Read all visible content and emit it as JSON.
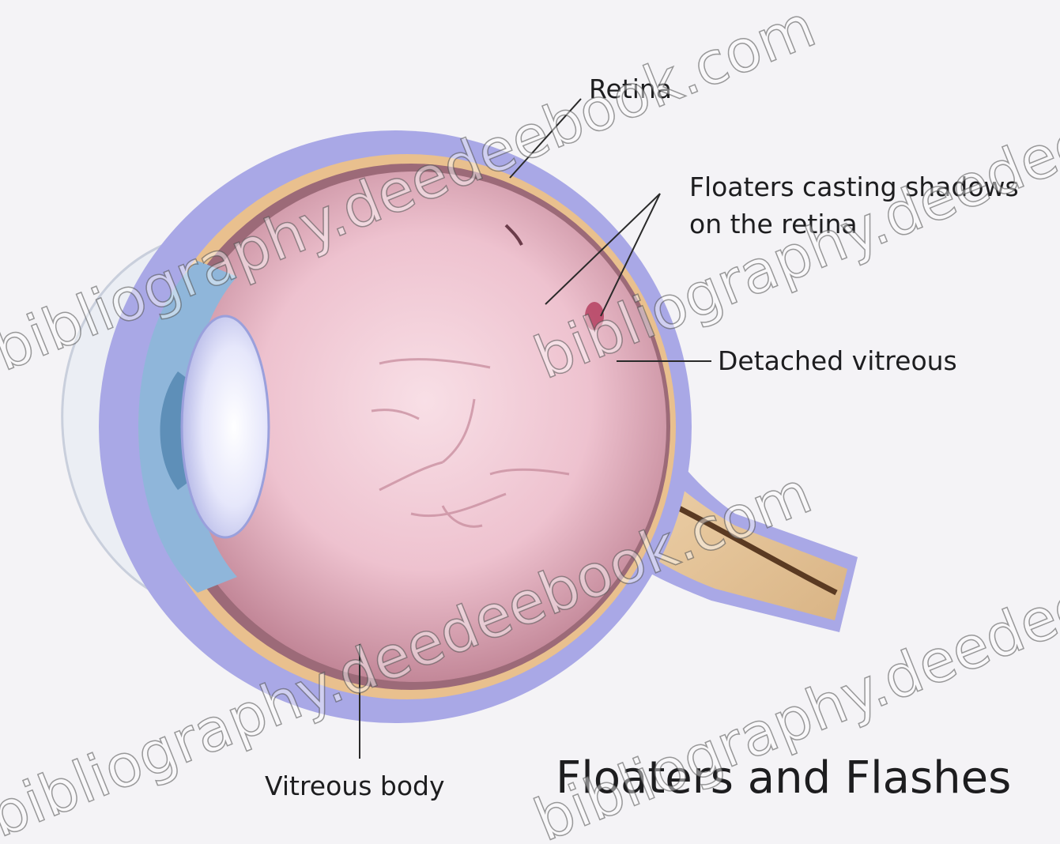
{
  "labels": {
    "retina": "Retina",
    "floaters_line1": "Floaters casting shadows",
    "floaters_line2": "on the retina",
    "detached_vitreous": "Detached vitreous",
    "vitreous_body": "Vitreous body",
    "title": "Floaters and Flashes"
  },
  "watermark": {
    "text": "bibliography.deedeebook.com"
  },
  "colors": {
    "background": "#f4f3f6",
    "sclera": "#a9a8e6",
    "retina_layer": "#e9c08e",
    "vitreous": "#e9b9c7",
    "vitreous_center": "#f7dde4",
    "lens": "#dadcf6",
    "cornea": "#bfd7ea",
    "optic_nerve": "#e4c59b",
    "leader_line": "#2a2a2a"
  }
}
